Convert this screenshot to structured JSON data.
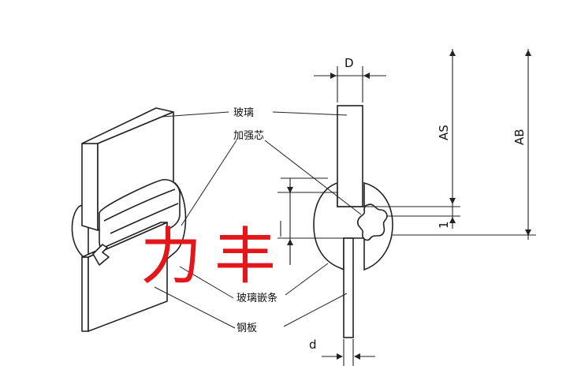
{
  "labels": {
    "glass": "玻璃",
    "reinforcement_core": "加强芯",
    "glass_strip": "玻璃嵌条",
    "steel_plate": "钢板"
  },
  "dimensions": {
    "d_upper": "D",
    "d_lower": "d",
    "as": "AS",
    "ab": "AB",
    "one": "1"
  },
  "watermark": {
    "char1": "力",
    "char2": "丰"
  },
  "colors": {
    "line": "#222222",
    "watermark": "#e3161b"
  }
}
